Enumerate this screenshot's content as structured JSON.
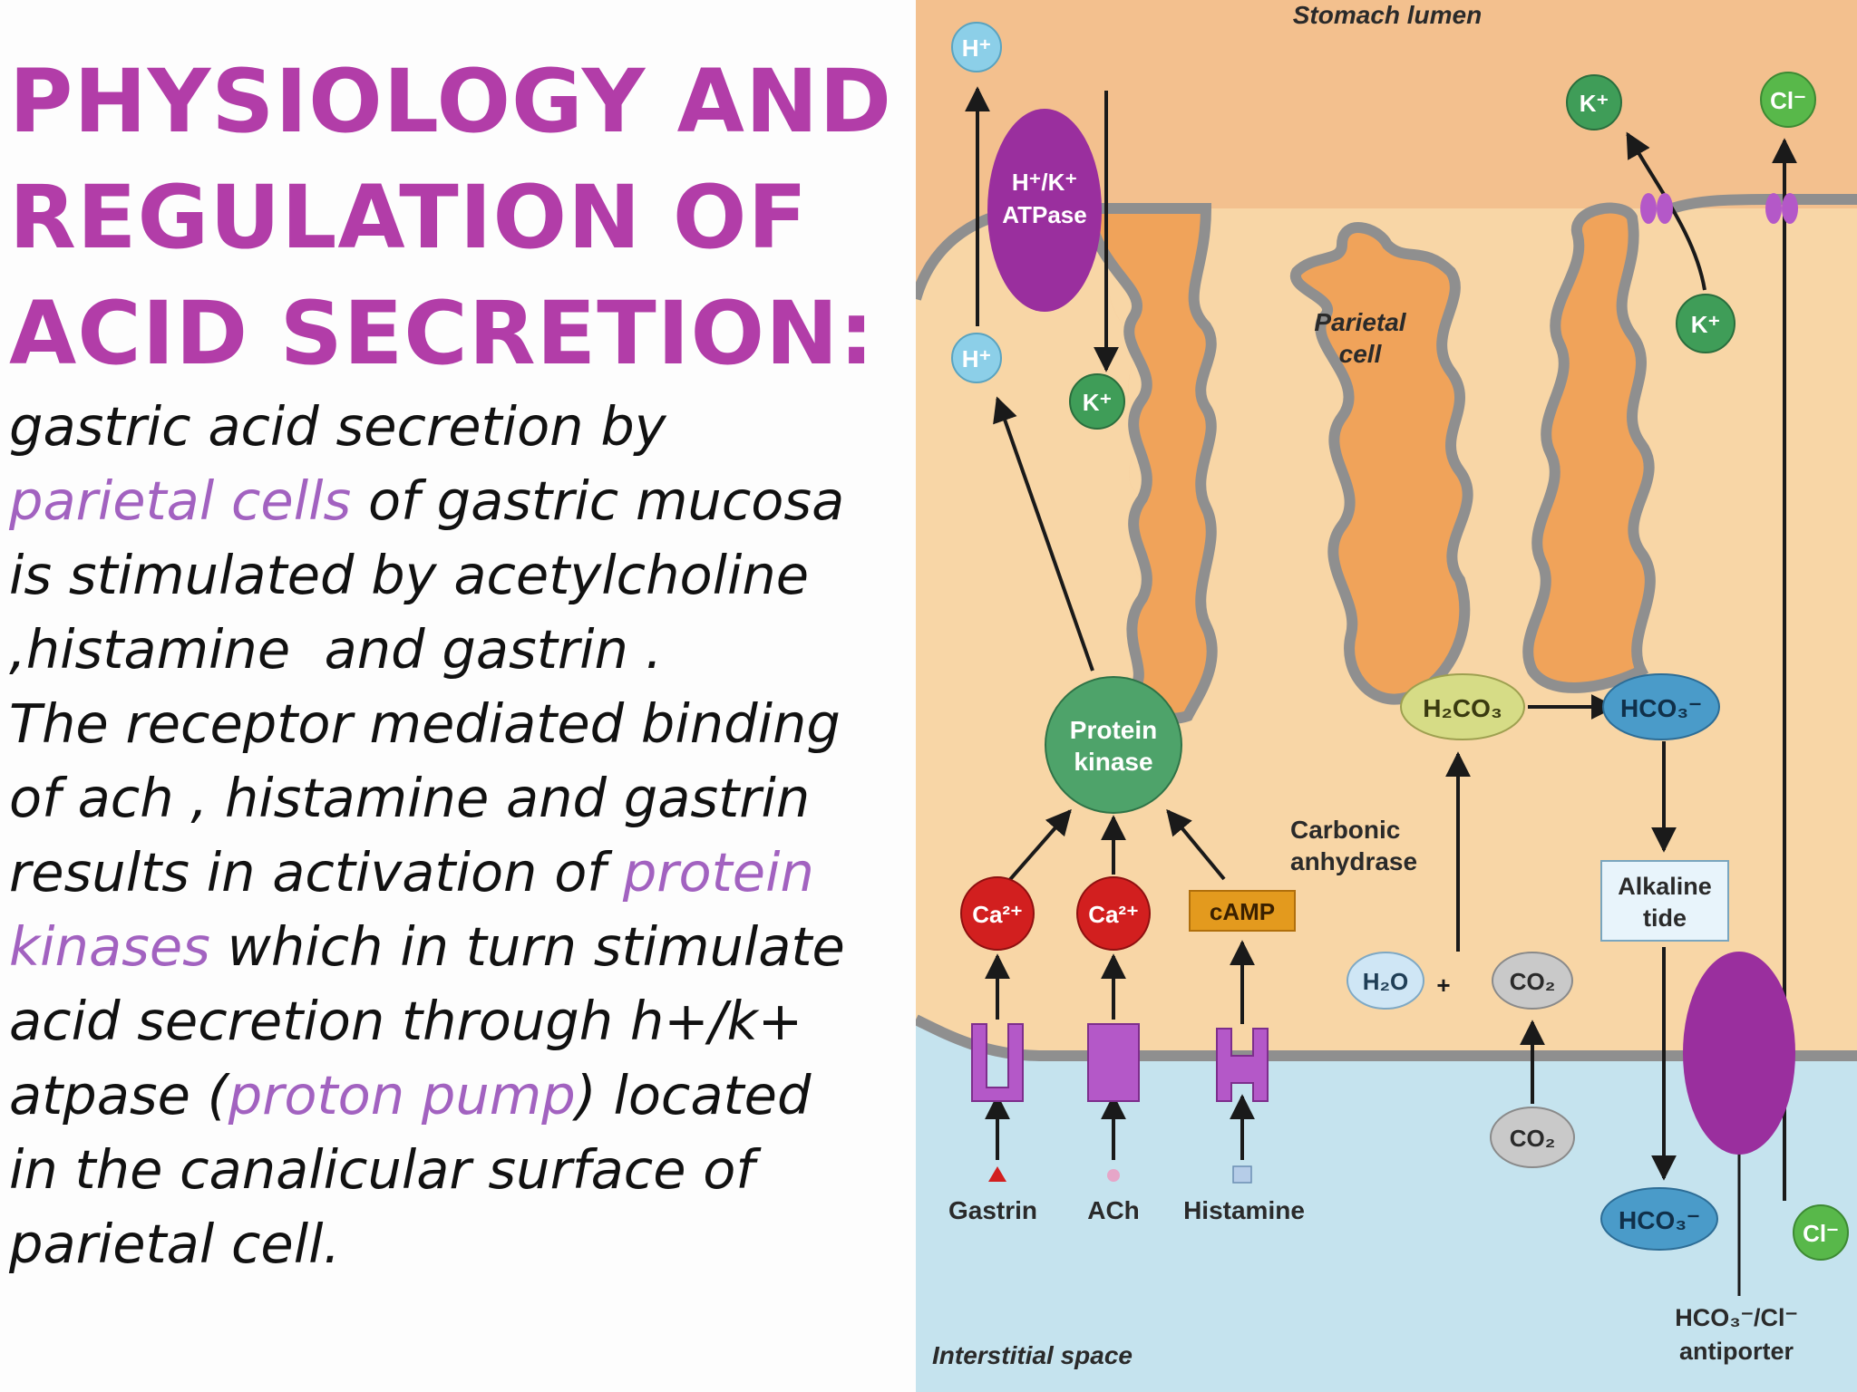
{
  "slide": {
    "title_lines": [
      "PHYSIOLOGY AND",
      "REGULATION OF",
      "ACID SECRETION:"
    ],
    "body": {
      "l1": "gastric acid secretion by",
      "l2_hl": "parietal cells",
      "l2_rest": " of gastric mucosa",
      "l3": "is stimulated by acetylcholine",
      "l4": ",histamine  and gastrin .",
      "l5": "The receptor mediated binding",
      "l6": "of ach , histamine and gastrin",
      "l7_pre": "results in activation of ",
      "l7_hl": "protein",
      "l8_hl": "kinases",
      "l8_rest": " which in turn stimulate",
      "l9": "acid secretion through h+/k+",
      "l10_pre": "atpase (",
      "l10_hl": "proton pump",
      "l10_post": ") located",
      "l11": "in the canalicular surface of",
      "l12": "parietal cell."
    },
    "colors": {
      "title": "#b23da8",
      "highlight": "#a262c0",
      "text": "#111111"
    }
  },
  "diagram": {
    "stomach_lumen": "Stomach lumen",
    "interstitial_space": "Interstitial space",
    "parietal_cell": [
      "Parietal",
      "cell"
    ],
    "pump": [
      "H⁺/K⁺",
      "ATPase"
    ],
    "h_top": "H⁺",
    "h_mid": "H⁺",
    "k_in": "K⁺",
    "k_lumen": "K⁺",
    "k_cell": "K⁺",
    "cl_lumen": "Cl⁻",
    "cl_bottom": "Cl⁻",
    "protein_kinase": [
      "Protein",
      "kinase"
    ],
    "ca1": "Ca²⁺",
    "ca2": "Ca²⁺",
    "camp": "cAMP",
    "gastrin": "Gastrin",
    "ach": "ACh",
    "histamine": "Histamine",
    "h2co3": "H₂CO₃",
    "hco3_cell": "HCO₃⁻",
    "hco3_bottom": "HCO₃⁻",
    "carbonic_anhydrase": [
      "Carbonic",
      "anhydrase"
    ],
    "h2o": "H₂O",
    "plus": "+",
    "co2_cell": "CO₂",
    "co2_out": "CO₂",
    "alkaline_tide": [
      "Alkaline",
      "tide"
    ],
    "antiporter": [
      "HCO₃⁻/Cl⁻",
      "antiporter"
    ],
    "colors": {
      "lumen": "#f3c08e",
      "cell": "#f8d6a6",
      "interstitial": "#c5e3ee",
      "canaliculus": "#f0a35a",
      "membrane": "#8f8f8f",
      "proton": "#8ccfe8",
      "potassium": "#3f9d58",
      "chloride": "#58b84a",
      "kinase": "#4ea36a",
      "calcium": "#d21f1f",
      "camp": "#e39a1e",
      "receptor": "#b458c8",
      "h2co3": "#d6dc86",
      "bicarbonate": "#4a9bc9",
      "co2": "#c9c9c9",
      "pump": "#9a2f9e"
    }
  }
}
